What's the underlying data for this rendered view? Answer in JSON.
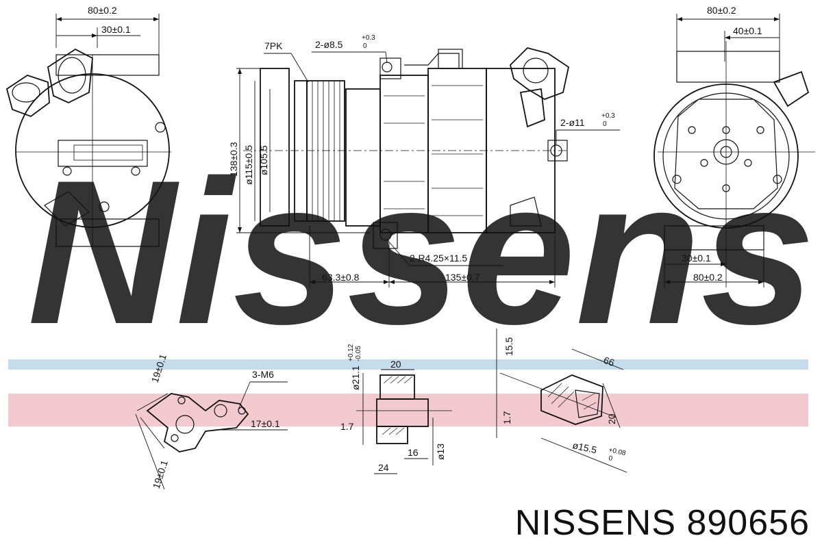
{
  "watermark": {
    "text": "Nissens",
    "color": "#a9c6dd"
  },
  "bands": {
    "blue": "#c5dcec",
    "pink": "#f1c9cf"
  },
  "caption": "NISSENS 890656",
  "dims": {
    "left_w80": "80±0.2",
    "left_w30": "30±0.1",
    "pk": "7PK",
    "hole_top": "2-ø8.5",
    "hole_top_tol_plus": "+0.3",
    "hole_top_tol_zero": "0",
    "hole_side": "2-ø11",
    "hole_side_tol_plus": "+0.3",
    "hole_side_tol_zero": "0",
    "h138": "138±0.3",
    "d115": "ø115±0.5",
    "d105": "ø105.5",
    "slot": "2-R4.25×11.5",
    "l63": "63.3±0.8",
    "l135": "135±0.7",
    "right_w80top": "80±0.2",
    "right_w40": "40±0.1",
    "right_w30": "30±0.1",
    "right_w80bot": "80±0.2",
    "f19a": "19±0.1",
    "f19b": "19±0.1",
    "m6": "3-M6",
    "f17": "17±0.1",
    "s_d21": "ø21.1",
    "s_d21_tol_plus": "+0.12",
    "s_d21_tol_minus": "-0.05",
    "s20": "20",
    "s17": "1.7",
    "s16": "16",
    "s13": "ø13",
    "s24": "24",
    "p155": "15.5",
    "p66": "66",
    "p17": "1.7",
    "p20": "20",
    "pd155": "ø15.5",
    "pd155_tol_plus": "+0.08",
    "pd155_tol_zero": "0"
  },
  "icons": [
    "compressor-side-view-icon",
    "compressor-front-view-icon",
    "compressor-rear-view-icon",
    "flange-icon",
    "suction-port-section-icon",
    "discharge-port-section-icon"
  ]
}
